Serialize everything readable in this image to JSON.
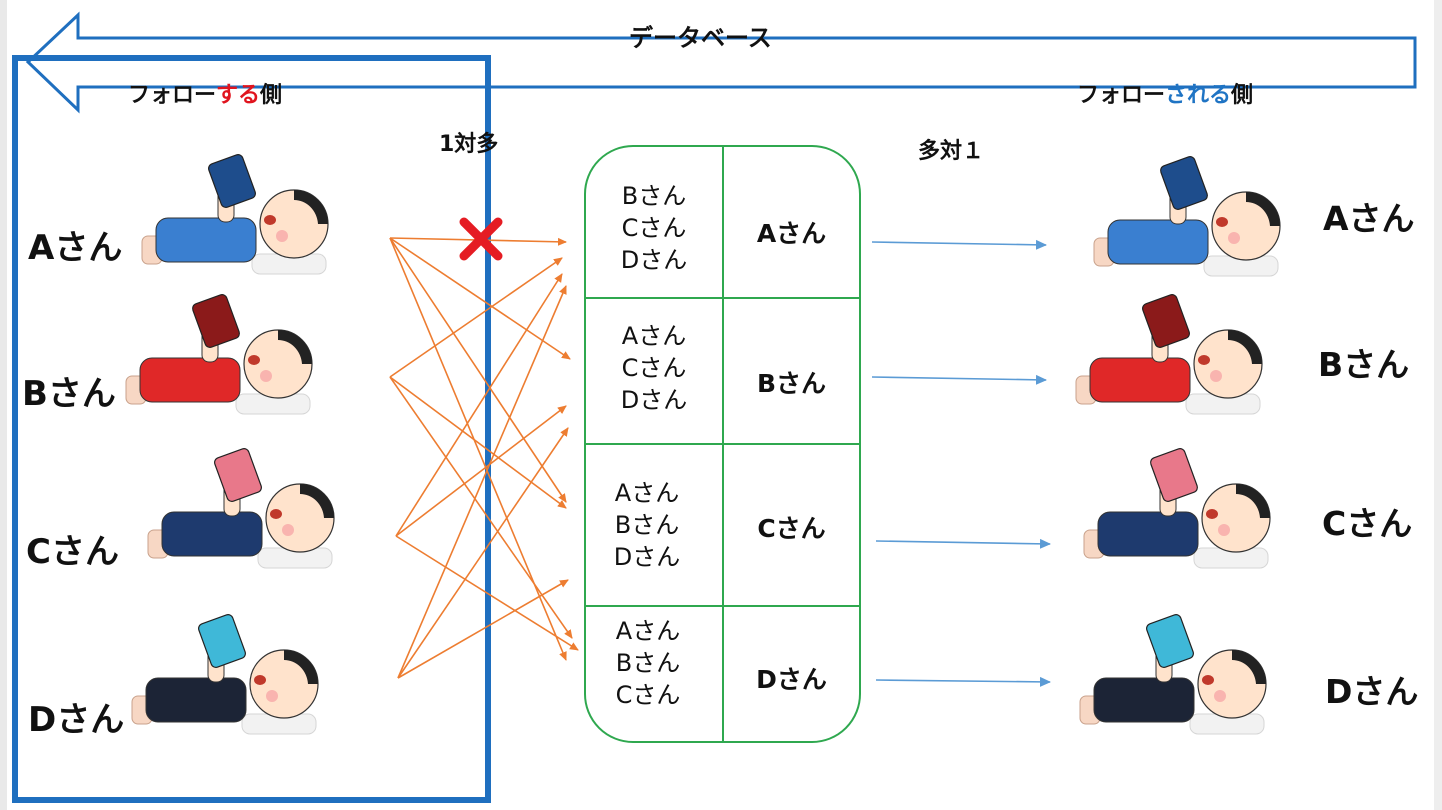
{
  "database_label": "データベース",
  "follower_header": {
    "prefix": "フォロー",
    "highlight": "する",
    "suffix": "側",
    "highlight_color": "#e0141e"
  },
  "followed_header": {
    "prefix": "フォロー",
    "highlight": "される",
    "suffix": "側",
    "highlight_color": "#1f74c4"
  },
  "one_to_many": "1対多",
  "many_to_one": "多対１",
  "left_people": [
    "Aさん",
    "Bさん",
    "Cさん",
    "Dさん"
  ],
  "right_people": [
    "Aさん",
    "Bさん",
    "Cさん",
    "Dさん"
  ],
  "table_rows": [
    {
      "followers": [
        "Bさん",
        "Cさん",
        "Dさん"
      ],
      "name": "Aさん"
    },
    {
      "followers": [
        "Aさん",
        "Cさん",
        "Dさん"
      ],
      "name": "Bさん"
    },
    {
      "followers": [
        "Aさん",
        "Bさん",
        "Dさん"
      ],
      "name": "Cさん"
    },
    {
      "followers": [
        "Aさん",
        "Bさん",
        "Cさん"
      ],
      "name": "Dさん"
    }
  ],
  "person_shirt_colors": [
    "#3a7fd0",
    "#e02828",
    "#1e3a6e",
    "#1c2436"
  ],
  "phone_colors": [
    "#1e4d8c",
    "#8b1a1a",
    "#e8788a",
    "#3fb8d8"
  ],
  "colors": {
    "db_arrow": "#1f6fbf",
    "selection_box": "#1f6fbf",
    "follow_arrows": "#ed7d31",
    "right_arrows": "#5b9bd5",
    "table_border": "#2fa84f",
    "blocked_mark": "#e51c23"
  }
}
